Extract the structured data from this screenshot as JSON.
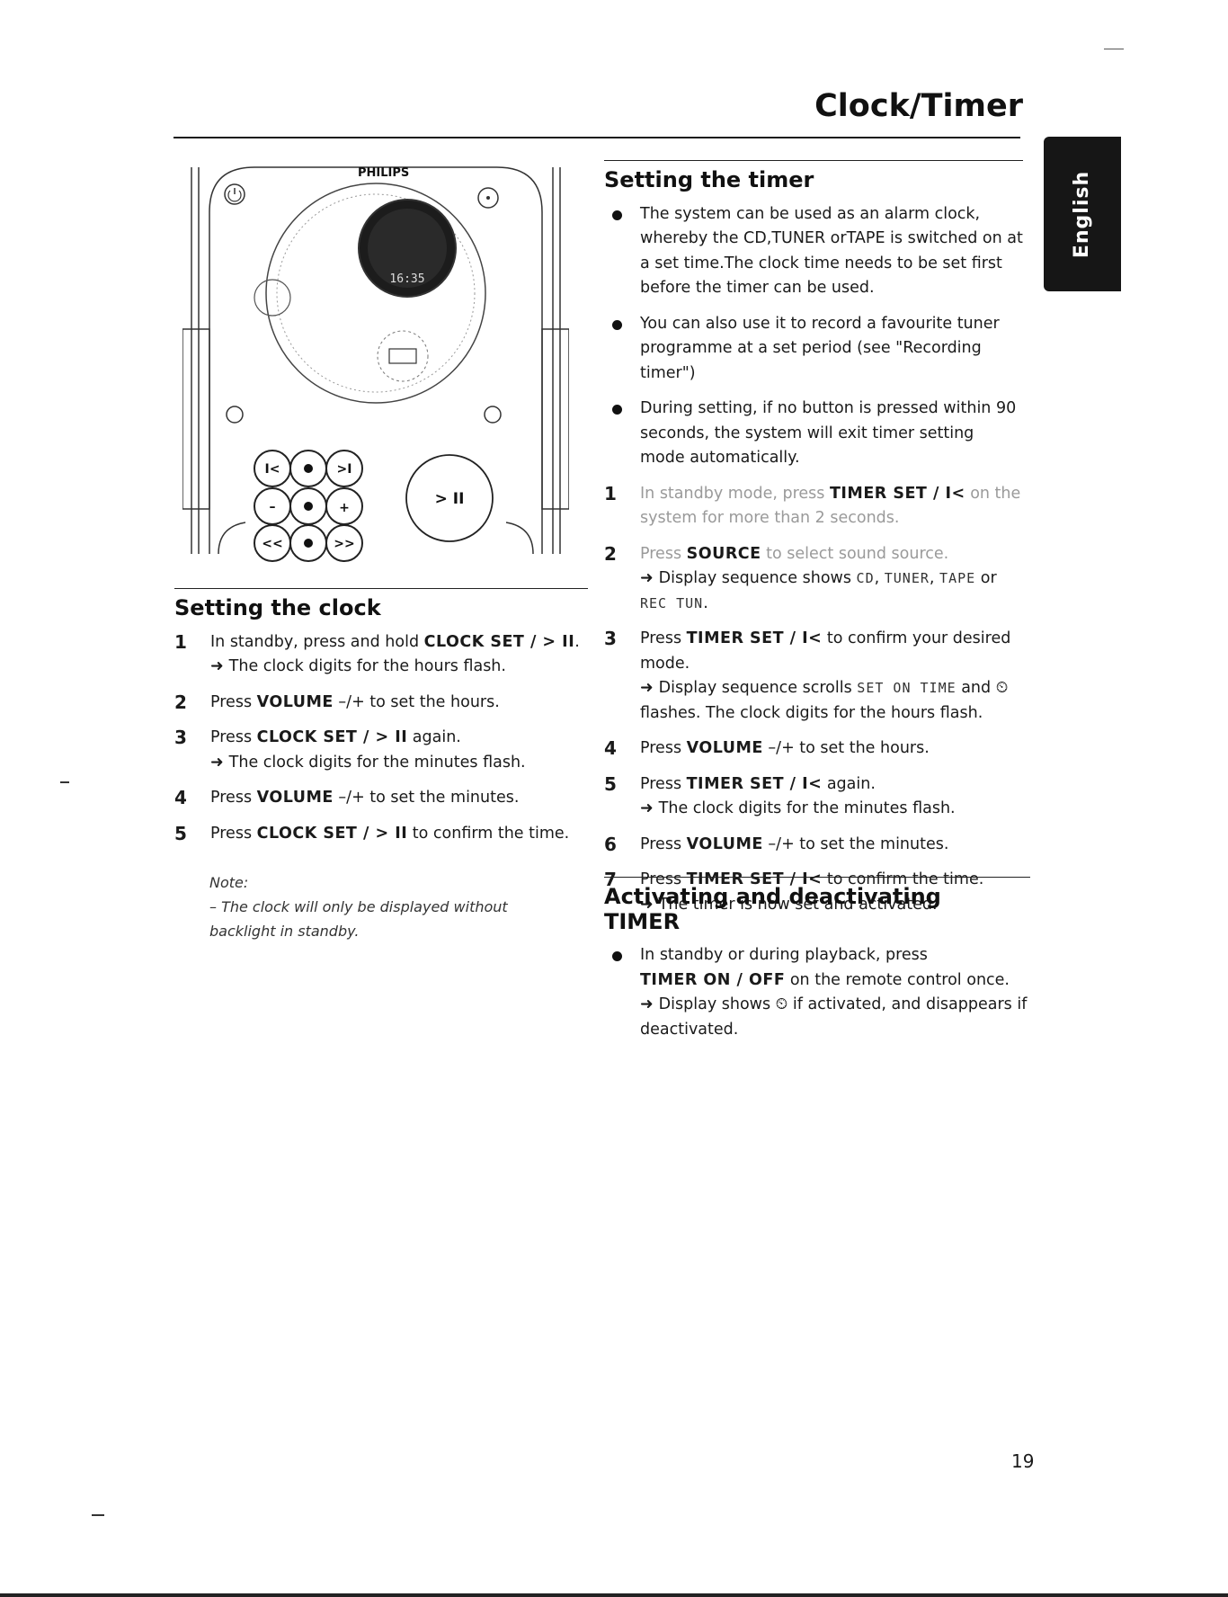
{
  "page": {
    "title": "Clock/Timer",
    "language_tab": "English",
    "page_number": "19"
  },
  "figure": {
    "brand": "PHILIPS",
    "display_time": "16:35",
    "play_pause_label": ">   II",
    "icons": [
      "power-icon",
      "standby-icon",
      "prev-icon",
      "record-icon",
      "next-icon",
      "minus-icon",
      "plus-icon",
      "rewind-icon",
      "stop-icon",
      "fast-forward-icon",
      "play-pause-icon"
    ]
  },
  "clock": {
    "title": "Setting the clock",
    "steps": [
      {
        "num": "1",
        "pre": "In standby, press and hold ",
        "kw": "CLOCK SET / > II",
        "post": ".",
        "result": "The clock digits for the hours flash."
      },
      {
        "num": "2",
        "pre": "Press ",
        "kw": "VOLUME",
        "post": " –/+ to set the hours.",
        "result": ""
      },
      {
        "num": "3",
        "pre": "Press ",
        "kw": "CLOCK SET / > II",
        "post": " again.",
        "result": "The clock digits for the minutes flash."
      },
      {
        "num": "4",
        "pre": "Press ",
        "kw": "VOLUME",
        "post": " –/+ to set the minutes.",
        "result": ""
      },
      {
        "num": "5",
        "pre": "Press ",
        "kw": "CLOCK SET / > II",
        "post": " to confirm the time.",
        "result": ""
      }
    ],
    "note_title": "Note:",
    "note_text": "– The clock will only be displayed without backlight in standby."
  },
  "timer": {
    "title": "Setting the timer",
    "bullets": [
      "The system can be used as an alarm clock, whereby the CD,TUNER orTAPE is switched on at a set time.The clock time needs to be set first before the timer can be used.",
      "You can also use it to record a favourite tuner programme at a set period (see \"Recording timer\")",
      "During setting, if no button is pressed within 90 seconds, the system will exit timer setting mode automatically."
    ],
    "step1": {
      "num": "1",
      "pre": "In standby mode, press ",
      "kw": "TIMER SET / I<",
      "post": " on the system for more than 2 seconds."
    },
    "step2": {
      "num": "2",
      "pre": "Press ",
      "kw": "SOURCE",
      "post": " to select sound source.",
      "result_pre": "Display sequence shows ",
      "lcd1": "CD",
      "sep1": ", ",
      "lcd2": "TUNER",
      "sep2": ", ",
      "lcd3": "TAPE",
      "sep3": " or ",
      "lcd4": "REC TUN",
      "end": "."
    },
    "step3": {
      "num": "3",
      "pre": "Press ",
      "kw": "TIMER SET / I<",
      "post": " to confirm your desired mode.",
      "result_pre": "Display sequence scrolls ",
      "lcd1": "SET ON TIME",
      "result_mid": " and ",
      "clock_icon": "⏲",
      "result_post": " flashes. The clock digits for the hours flash."
    },
    "step4": {
      "num": "4",
      "pre": "Press ",
      "kw": "VOLUME",
      "post": " –/+ to set the hours."
    },
    "step5": {
      "num": "5",
      "pre": "Press ",
      "kw": "TIMER SET / I<",
      "post": " again.",
      "result": "The clock digits for the minutes flash."
    },
    "step6": {
      "num": "6",
      "pre": "Press ",
      "kw": "VOLUME",
      "post": " –/+ to set the minutes."
    },
    "step7": {
      "num": "7",
      "pre": "Press ",
      "kw": "TIMER SET / I<",
      "post": " to confirm the time.",
      "result": "The timer is now set and activated."
    }
  },
  "activate": {
    "title_line1": "Activating and deactivating",
    "title_line2": "TIMER",
    "pre": "In standby or during playback, press ",
    "kw": "TIMER ON / OFF",
    "post": " on the remote control once.",
    "result_pre": "Display shows ",
    "clock_icon": "⏲",
    "result_post": " if activated, and disappears if deactivated."
  },
  "arrow": "➜"
}
